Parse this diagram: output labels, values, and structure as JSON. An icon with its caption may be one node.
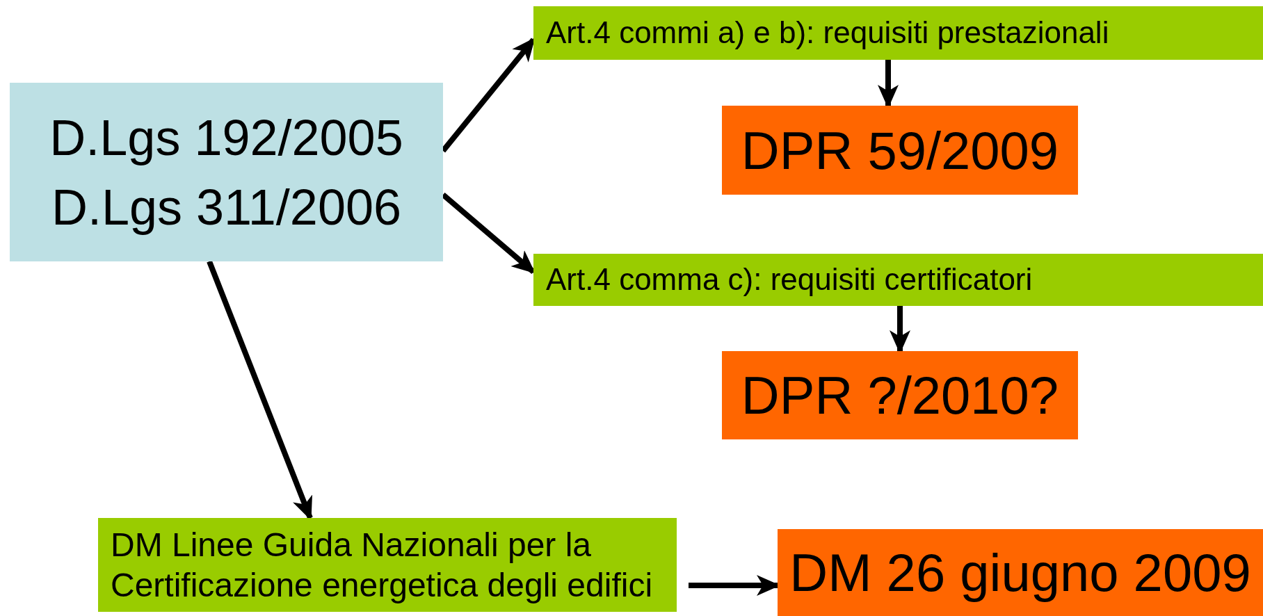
{
  "diagram": {
    "nodes": [
      {
        "text": [
          "D.Lgs 192/2005",
          "D.Lgs 311/2006"
        ]
      },
      {
        "text": [
          "Art.4 commi a) e b): requisiti prestazionali"
        ]
      },
      {
        "text": [
          "DPR 59/2009"
        ]
      },
      {
        "text": [
          "Art.4 comma c): requisiti certificatori"
        ]
      },
      {
        "text": [
          "DPR ?/2010?"
        ]
      },
      {
        "text": [
          "DM Linee Guida Nazionali per la Certificazione energetica degli edifici"
        ]
      },
      {
        "text": [
          "DM 26 giugno 2009"
        ]
      }
    ],
    "edges": [
      {
        "from": 0,
        "to": 1,
        "arrow": "to"
      },
      {
        "from": 1,
        "to": 2,
        "arrow": "to"
      },
      {
        "from": 0,
        "to": 3,
        "arrow": "to"
      },
      {
        "from": 3,
        "to": 4,
        "arrow": "to"
      },
      {
        "from": 0,
        "to": 5,
        "arrow": "to"
      },
      {
        "from": 5,
        "to": 6,
        "arrow": "to"
      }
    ]
  }
}
